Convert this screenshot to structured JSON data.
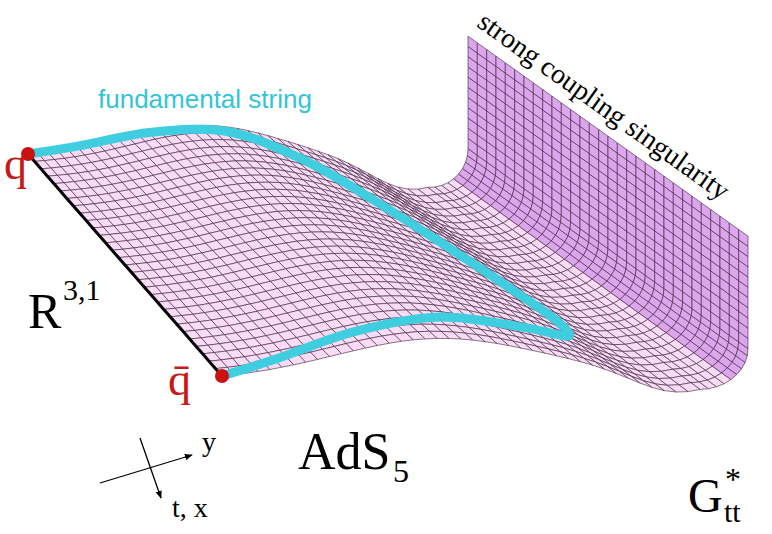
{
  "diagram": {
    "labels": [
      "fundamental string",
      "q",
      "q̄",
      "R",
      "3,1",
      "AdS",
      "5",
      "G",
      "*",
      "tt",
      "strong coupling singularity",
      "y",
      "t, x⃗"
    ]
  }
}
